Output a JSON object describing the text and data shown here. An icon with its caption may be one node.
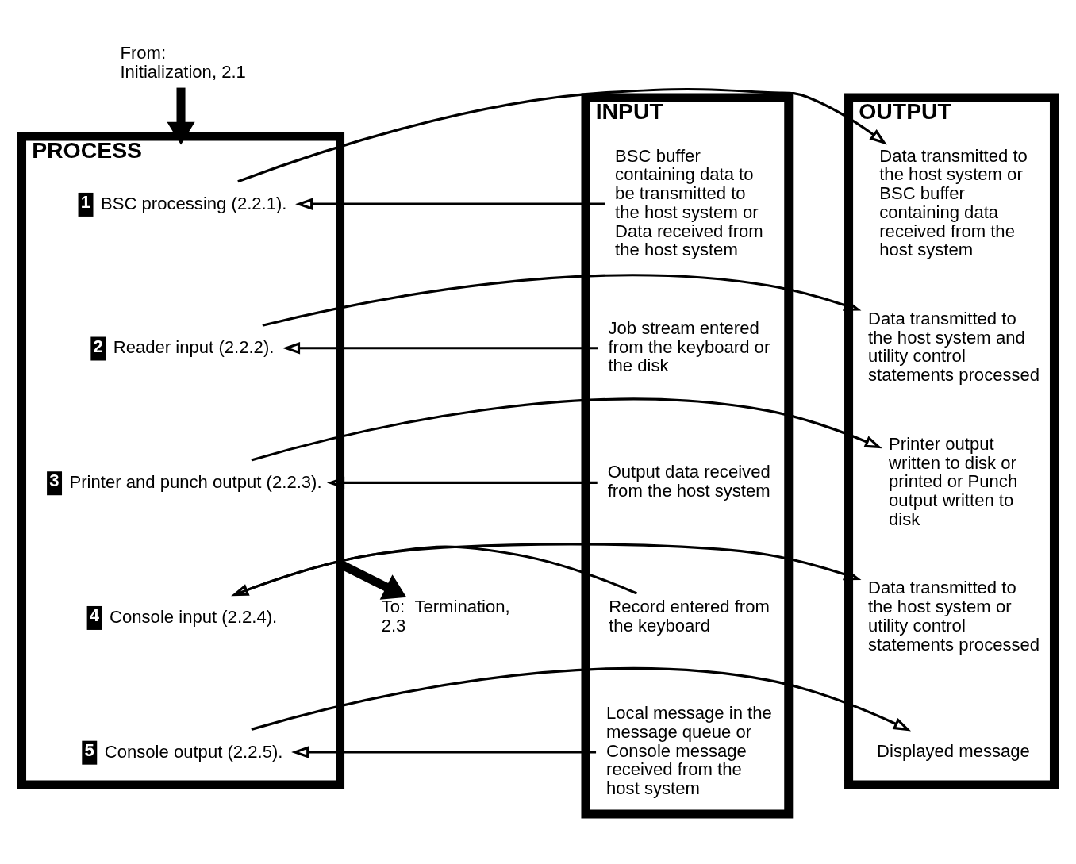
{
  "diagram": {
    "nodes": [
      {
        "text": [
          "From:  Initialization, 2.1"
        ]
      },
      {
        "text": [
          "INPUT"
        ]
      },
      {
        "text": [
          "BSC buffer containing data to be transmitted to the host system or Data received from the host system"
        ],
        "in": 1
      },
      {
        "text": [
          "Job stream entered from the keyboard or the disk"
        ],
        "in": 1
      },
      {
        "text": [
          "Output data received from the host system"
        ],
        "in": 1
      },
      {
        "text": [
          "Record entered from the keyboard"
        ],
        "in": 1
      },
      {
        "text": [
          "Local message in the message queue or Console message received from the host system"
        ],
        "in": 1
      },
      {
        "text": [
          "PROCESS"
        ]
      },
      {
        "text": [
          "1",
          "BSC processing (2.2.1)."
        ],
        "in": 7
      },
      {
        "text": [
          "2",
          "Reader input (2.2.2)."
        ],
        "in": 7
      },
      {
        "text": [
          "3",
          "Printer and punch output (2.2.3)."
        ],
        "in": 7
      },
      {
        "text": [
          "4",
          "Console input (2.2.4)."
        ],
        "in": 7
      },
      {
        "text": [
          "5",
          "Console output (2.2.5)."
        ],
        "in": 7
      },
      {
        "text": [
          "OUTPUT"
        ]
      },
      {
        "text": [
          "Data transmitted to the host system or BSC buffer containing data received from the host system"
        ],
        "in": 13
      },
      {
        "text": [
          "Data transmitted to the host system and utility control statements processed"
        ],
        "in": 13
      },
      {
        "text": [
          "Printer output written to disk or printed or Punch output written to disk"
        ],
        "in": 13
      },
      {
        "text": [
          "Data transmitted to the host system or utility control statements processed"
        ],
        "in": 13
      },
      {
        "text": [
          "Displayed message"
        ],
        "in": 13
      },
      {
        "text": [
          "To:  Termination, 2.3"
        ]
      }
    ],
    "edges": [
      {
        "from": 0,
        "to": 7,
        "arrow": "to",
        "style": "thick"
      },
      {
        "from": 2,
        "to": 8,
        "arrow": "to"
      },
      {
        "from": 8,
        "to": 14,
        "arrow": "to"
      },
      {
        "from": 3,
        "to": 9,
        "arrow": "to"
      },
      {
        "from": 9,
        "to": 15,
        "arrow": "to"
      },
      {
        "from": 4,
        "to": 10,
        "arrow": "to"
      },
      {
        "from": 10,
        "to": 16,
        "arrow": "to"
      },
      {
        "from": 5,
        "to": 11,
        "arrow": "to"
      },
      {
        "from": 11,
        "to": 17,
        "arrow": "to"
      },
      {
        "from": 6,
        "to": 12,
        "arrow": "to"
      },
      {
        "from": 12,
        "to": 18,
        "arrow": "to"
      },
      {
        "from": 7,
        "to": 19,
        "arrow": "to",
        "style": "thick"
      }
    ]
  }
}
